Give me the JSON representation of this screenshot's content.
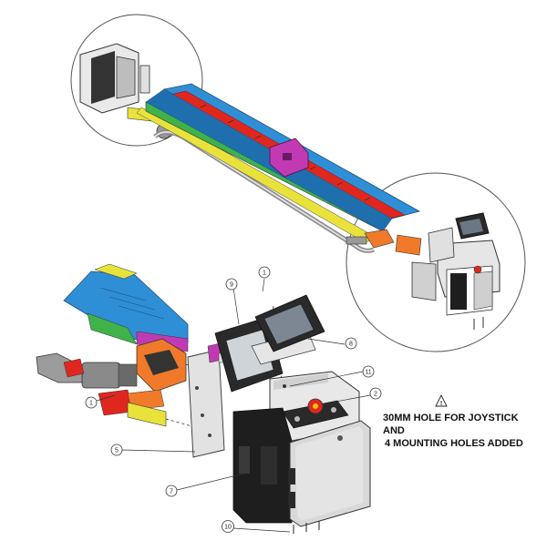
{
  "callouts": {
    "c1_top": "1",
    "c9": "9",
    "c8": "8",
    "c11": "11",
    "c2": "2",
    "c1_left": "1",
    "c5": "5",
    "c7": "7",
    "c10": "10",
    "warning_symbol": "!"
  },
  "note": {
    "line1": "30MM HOLE FOR JOYSTICK AND",
    "line2": "4 MOUNTING HOLES ADDED"
  },
  "colors": {
    "blue": "#2f8fd6",
    "red": "#e0271f",
    "green": "#3fb24a",
    "magenta": "#c23ab3",
    "orange": "#f07a2a",
    "yellow": "#e8e23a",
    "dark": "#2a2a2a",
    "steel": "#d7d7d7"
  }
}
